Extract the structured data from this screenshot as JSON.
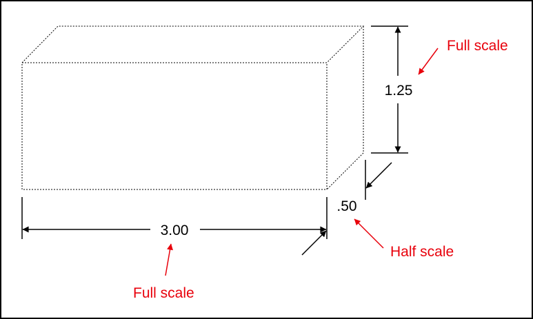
{
  "colors": {
    "line": "#000000",
    "annotation": "#e8000b",
    "background": "#ffffff"
  },
  "dimensions": {
    "width_label": "3.00",
    "height_label": "1.25",
    "depth_label": ".50"
  },
  "annotations": {
    "width_scale": "Full scale",
    "height_scale": "Full scale",
    "depth_scale": "Half scale"
  }
}
